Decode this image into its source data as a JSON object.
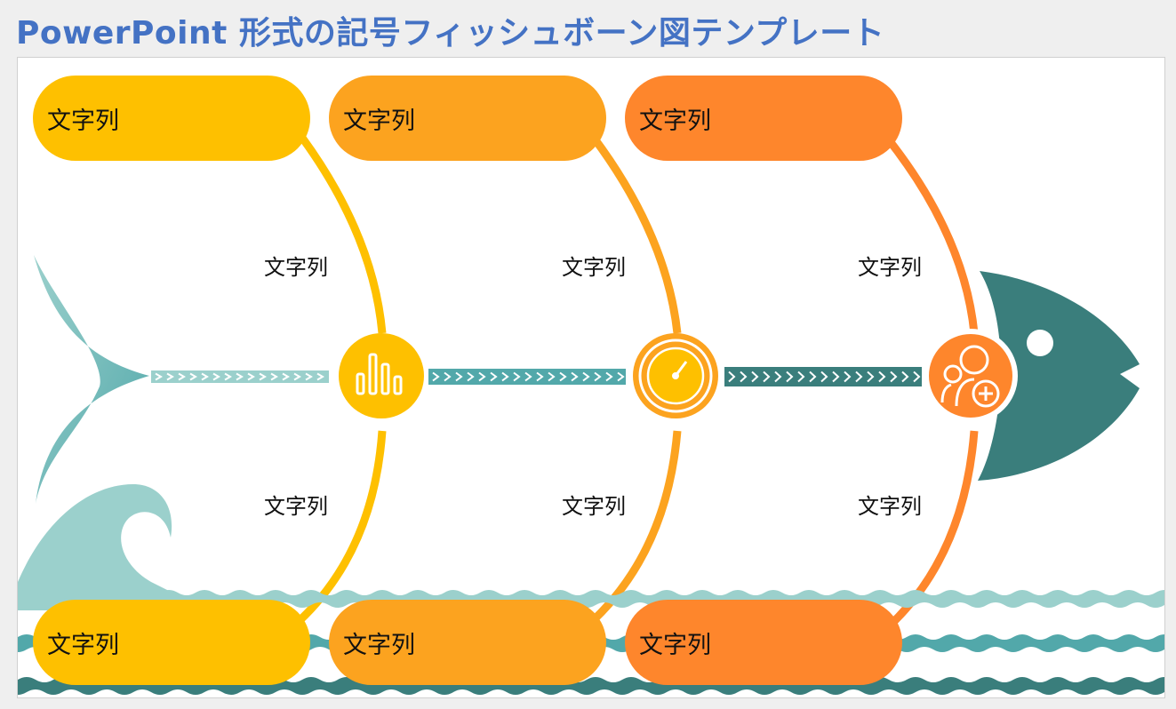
{
  "title": "PowerPoint 形式の記号フィッシュボーン図テンプレート",
  "colors": {
    "title": "#4472c4",
    "yellow": "#fec000",
    "amber": "#fca31f",
    "orange": "#fe862c",
    "teal_dark": "#3a7e7c",
    "teal_mid": "#52a8aa",
    "teal_light": "#9bd0cc"
  },
  "top_boxes": [
    {
      "text": "文字列",
      "color": "yellow"
    },
    {
      "text": "文字列",
      "color": "amber"
    },
    {
      "text": "文字列",
      "color": "orange"
    }
  ],
  "bottom_boxes": [
    {
      "text": "文字列",
      "color": "yellow"
    },
    {
      "text": "文字列",
      "color": "amber"
    },
    {
      "text": "文字列",
      "color": "orange"
    }
  ],
  "upper_labels": [
    "文字列",
    "文字列",
    "文字列"
  ],
  "lower_labels": [
    "文字列",
    "文字列",
    "文字列"
  ],
  "icons": [
    "bar-chart-icon",
    "gauge-icon",
    "add-user-icon"
  ]
}
